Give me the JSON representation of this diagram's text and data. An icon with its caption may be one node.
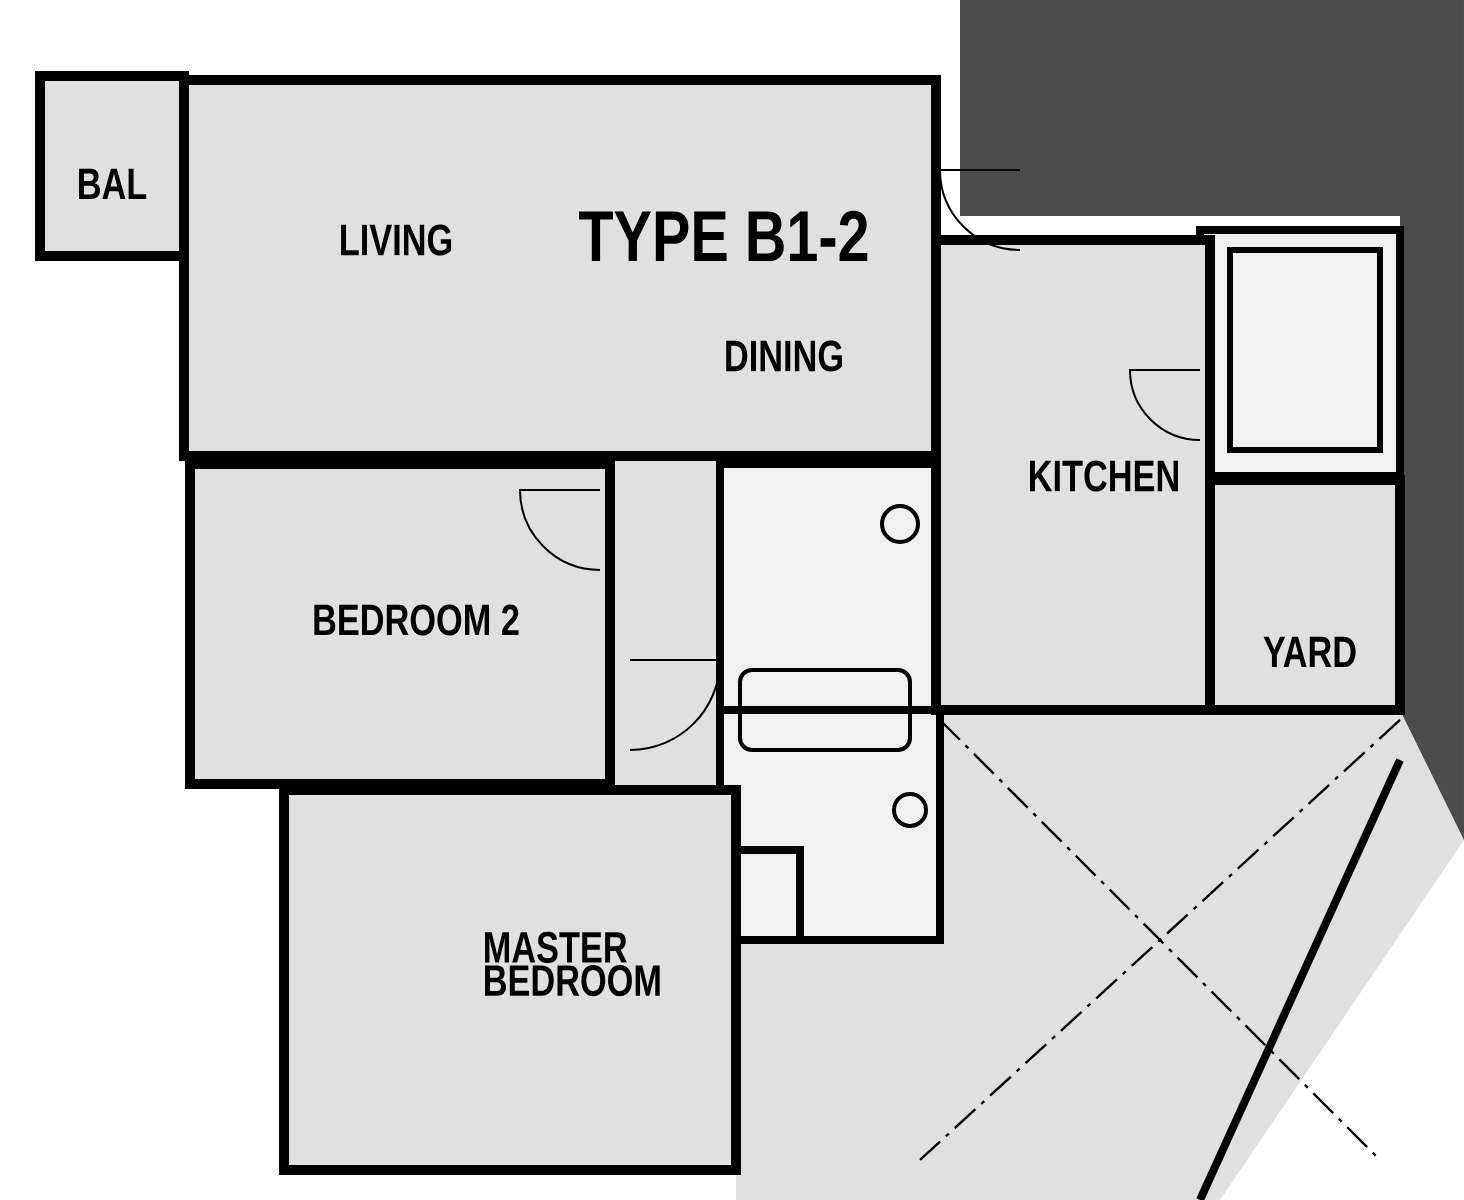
{
  "diagram": {
    "title": "TYPE B1-2",
    "nodes": [
      {
        "text": [
          "BAL"
        ]
      },
      {
        "text": [
          "LIVING",
          "DINING"
        ]
      },
      {
        "text": [
          "BEDROOM 2"
        ]
      },
      {
        "text": [
          "KITCHEN"
        ]
      },
      {
        "text": [
          "YARD"
        ]
      },
      {
        "text": [
          "MASTER BEDROOM"
        ]
      }
    ]
  }
}
